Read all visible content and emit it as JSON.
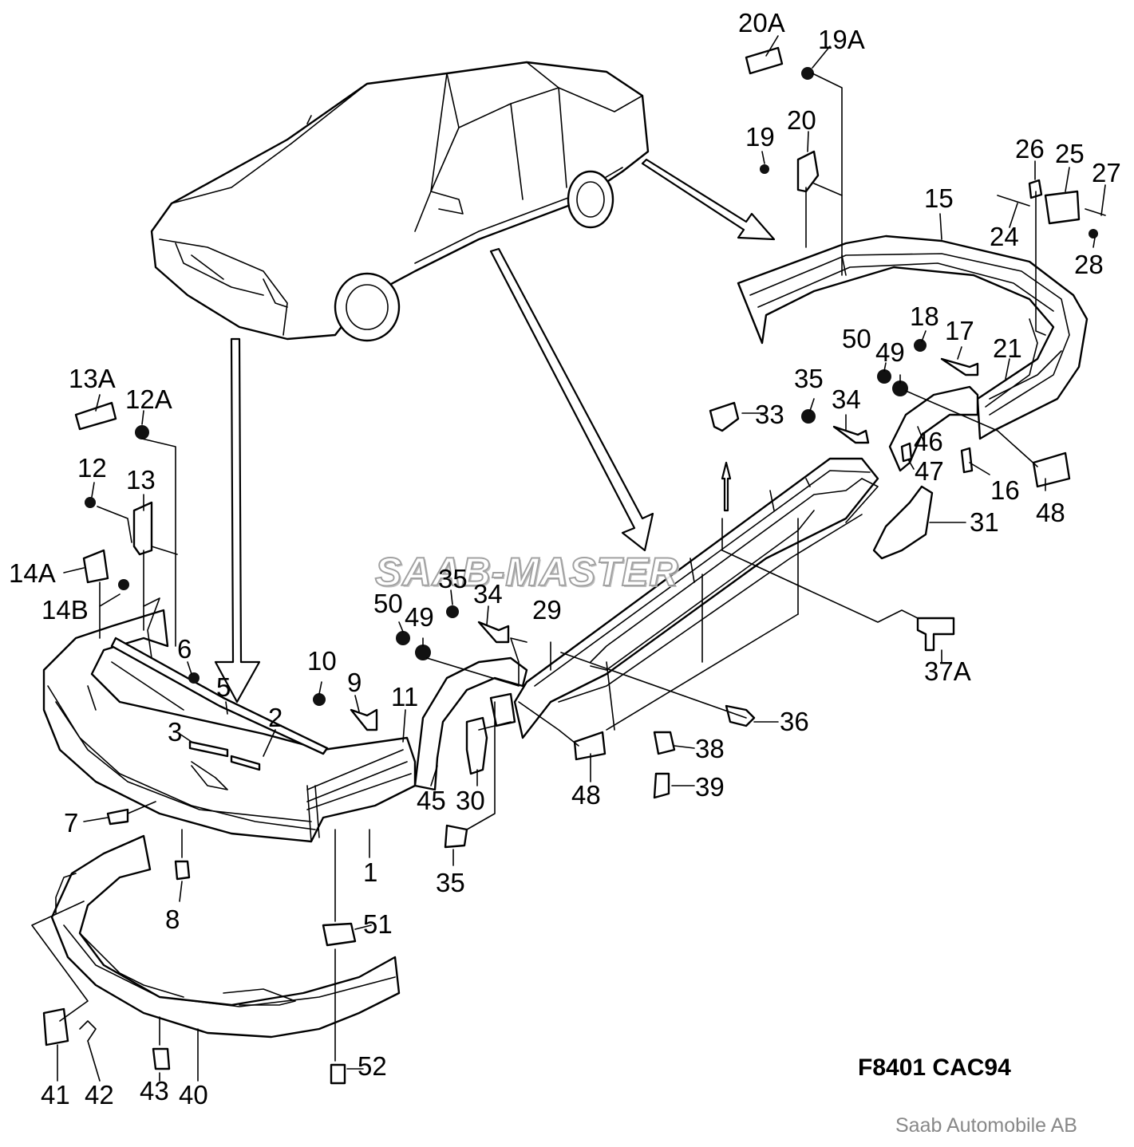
{
  "watermark": "SAAB-MASTER",
  "figure_code": "F8401 CAC94",
  "copyright": "Saab Automobile AB",
  "callouts": {
    "c20A": "20A",
    "c19A": "19A",
    "c20": "20",
    "c19": "19",
    "c26": "26",
    "c25": "25",
    "c27": "27",
    "c15": "15",
    "c24": "24",
    "c28": "28",
    "c18": "18",
    "c17": "17",
    "c50r": "50",
    "c49r": "49",
    "c21": "21",
    "c35r": "35",
    "c34r": "34",
    "c33": "33",
    "c46": "46",
    "c47": "47",
    "c16": "16",
    "c48r": "48",
    "c31": "31",
    "c37A": "37A",
    "c13A": "13A",
    "c12A": "12A",
    "c12": "12",
    "c13": "13",
    "c14A": "14A",
    "c14B": "14B",
    "c6": "6",
    "c5": "5",
    "c3": "3",
    "c2": "2",
    "c10": "10",
    "c9": "9",
    "c11": "11",
    "c35m": "35",
    "c34m": "34",
    "c50m": "50",
    "c49m": "49",
    "c29": "29",
    "c36": "36",
    "c38": "38",
    "c39": "39",
    "c45": "45",
    "c30": "30",
    "c48m": "48",
    "c7": "7",
    "c1": "1",
    "c8": "8",
    "c35b": "35",
    "c51": "51",
    "c52": "52",
    "c41": "41",
    "c42": "42",
    "c43": "43",
    "c40": "40"
  }
}
